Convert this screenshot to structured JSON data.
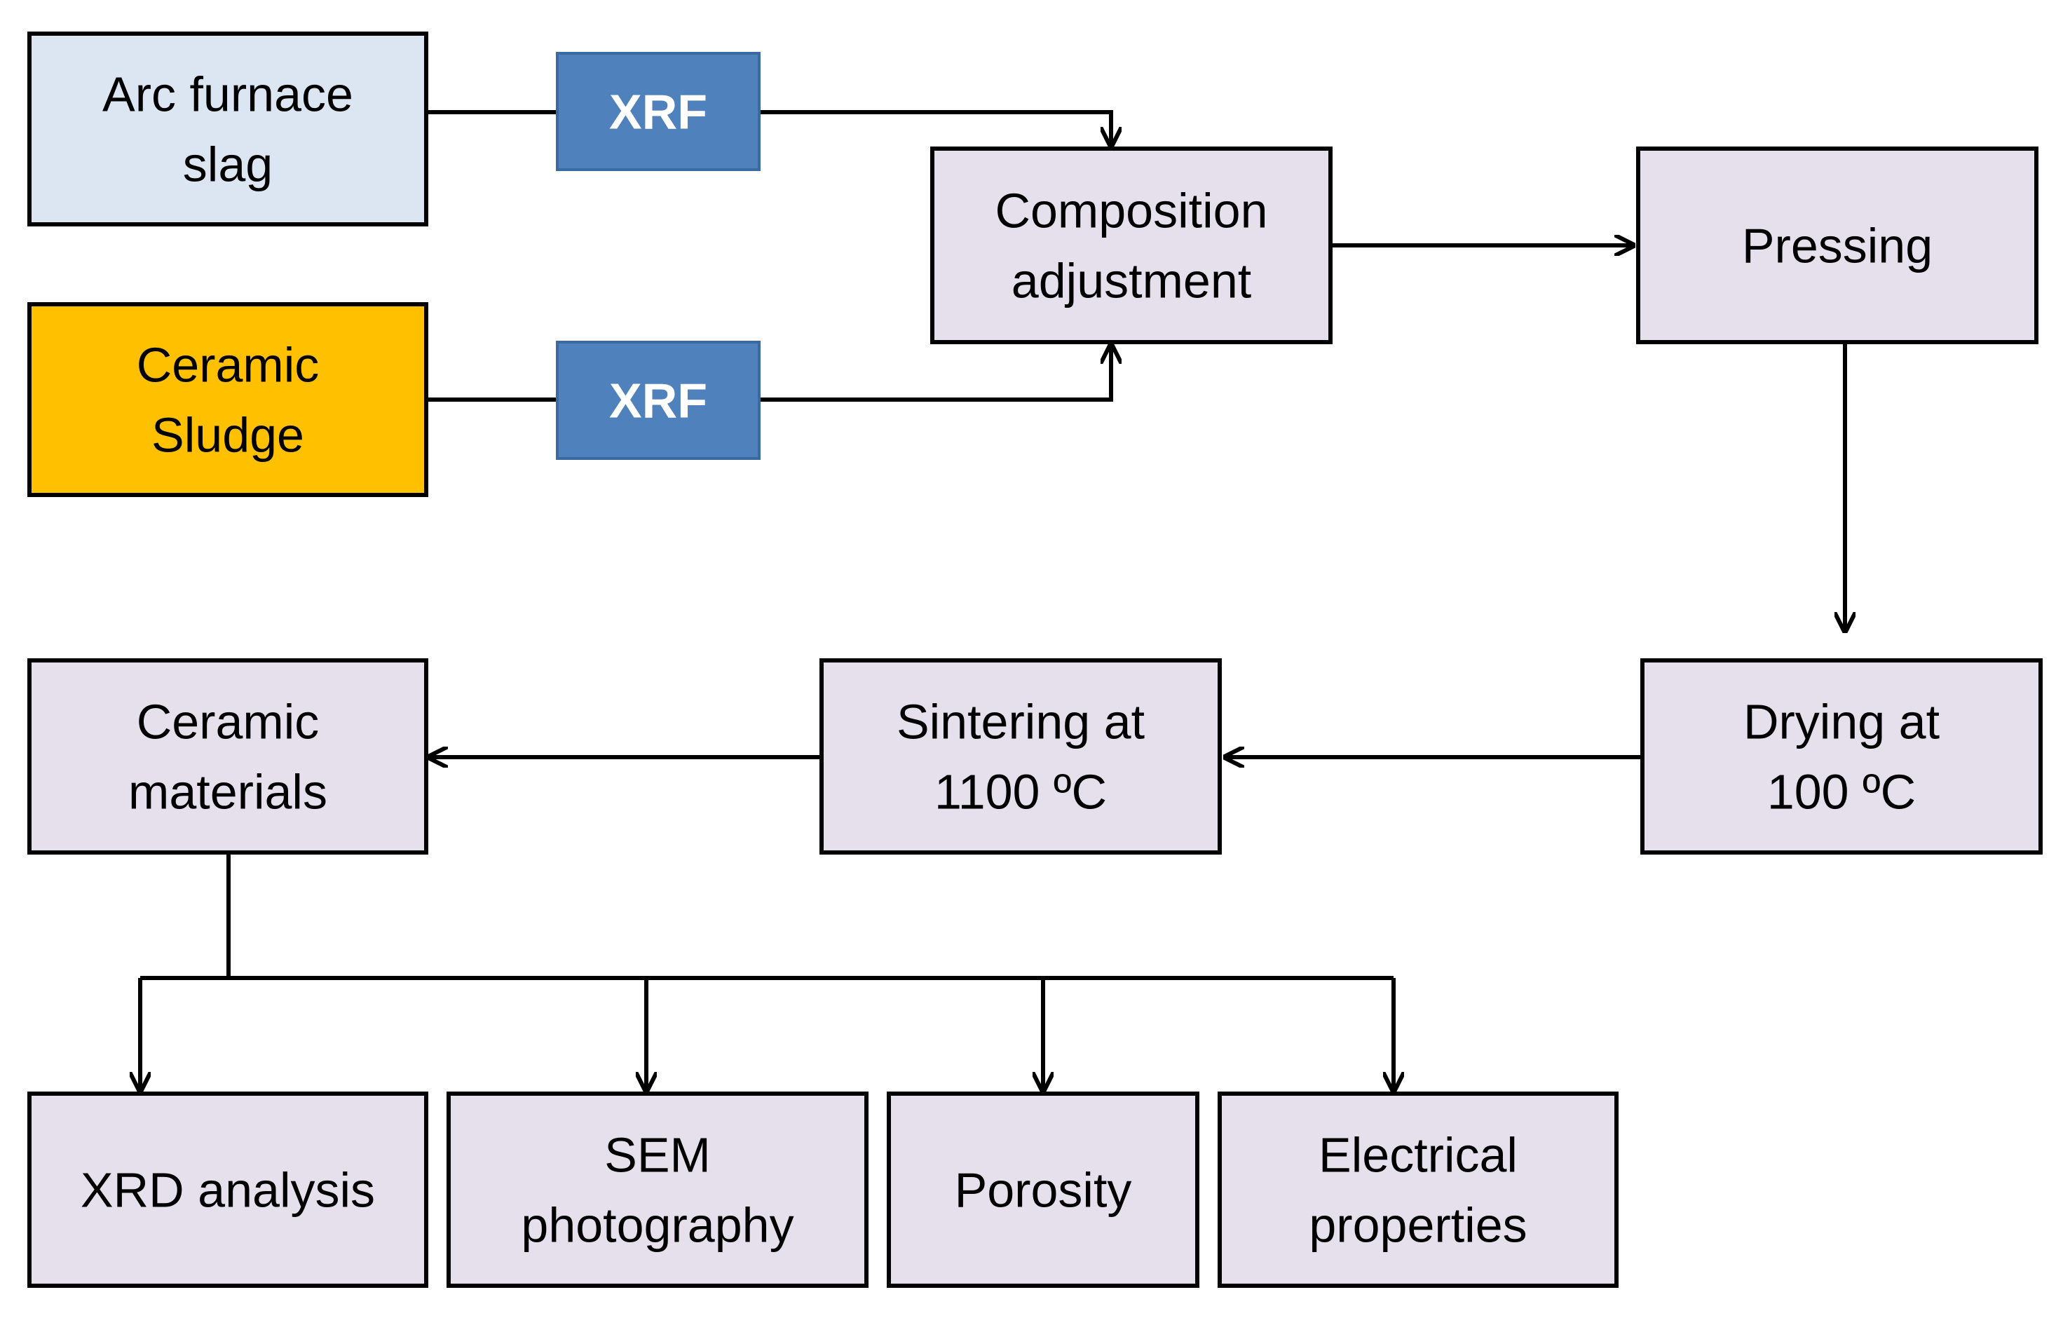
{
  "colors": {
    "slag_fill": "#dce6f2",
    "sludge_fill": "#ffc000",
    "xrf_fill": "#4f81bd",
    "step_fill": "#e6e0ec",
    "stroke": "#000000",
    "xrf_text": "#ffffff",
    "text": "#000000"
  },
  "nodes": {
    "slag": {
      "lines": [
        "Arc furnace",
        "slag"
      ]
    },
    "sludge": {
      "lines": [
        "Ceramic",
        "Sludge"
      ]
    },
    "xrf_top": {
      "lines": [
        "XRF"
      ]
    },
    "xrf_bottom": {
      "lines": [
        "XRF"
      ]
    },
    "composition": {
      "lines": [
        "Composition",
        "adjustment"
      ]
    },
    "pressing": {
      "lines": [
        "Pressing"
      ]
    },
    "drying": {
      "lines": [
        "Drying at",
        "100 ºC"
      ]
    },
    "sintering": {
      "lines": [
        "Sintering at",
        "1100 ºC"
      ]
    },
    "ceramic_materials": {
      "lines": [
        "Ceramic",
        "materials"
      ]
    },
    "xrd": {
      "lines": [
        "XRD analysis"
      ]
    },
    "sem": {
      "lines": [
        "SEM",
        "photography"
      ]
    },
    "porosity": {
      "lines": [
        "Porosity"
      ]
    },
    "electrical": {
      "lines": [
        "Electrical",
        "properties"
      ]
    }
  }
}
